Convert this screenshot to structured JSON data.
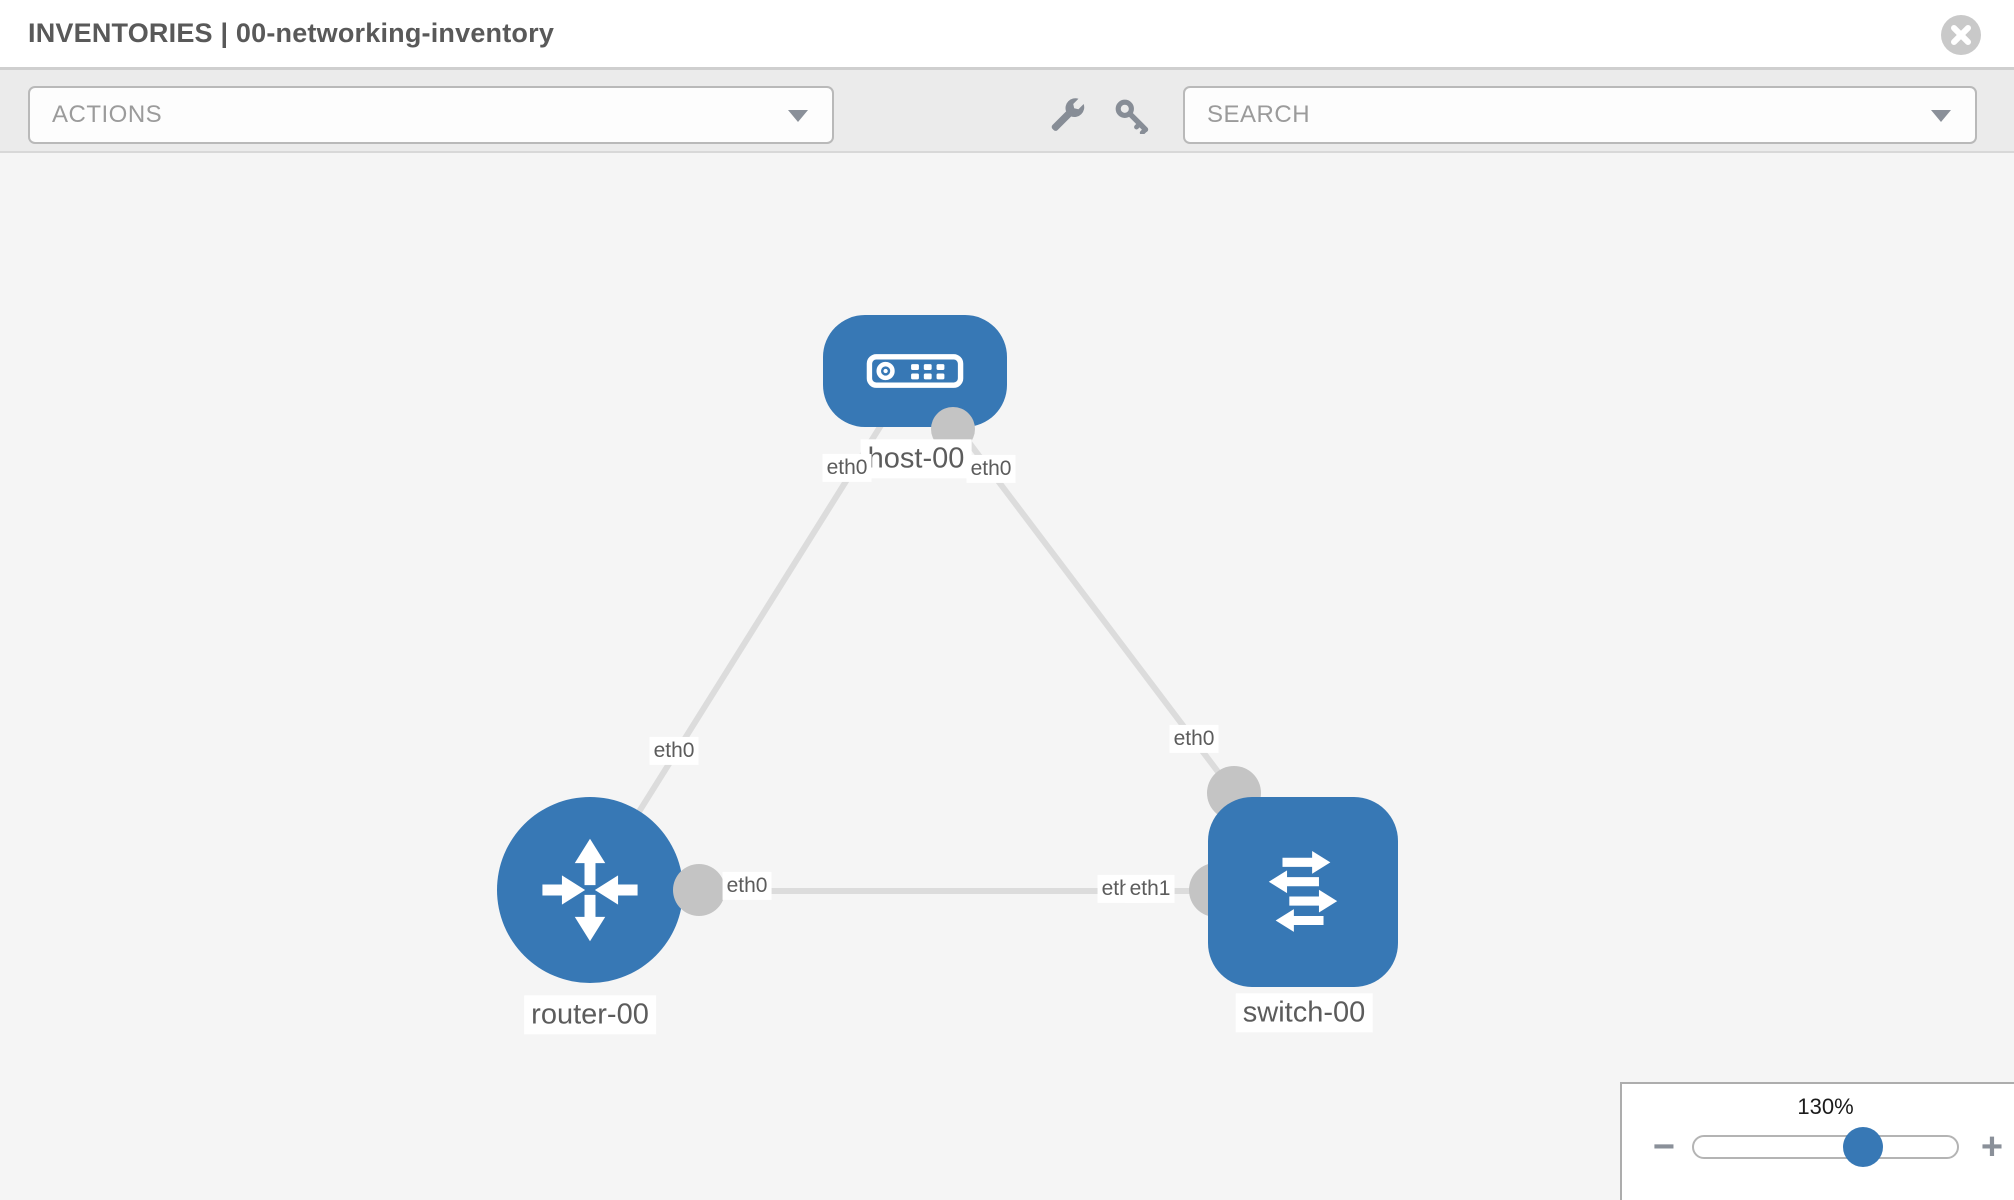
{
  "header": {
    "title": "INVENTORIES | 00-networking-inventory"
  },
  "toolbar": {
    "actions_label": "ACTIONS",
    "search_label": "SEARCH"
  },
  "diagram": {
    "nodes": {
      "host": {
        "label": "host-00",
        "type": "host"
      },
      "router": {
        "label": "router-00",
        "type": "router"
      },
      "switch": {
        "label": "switch-00",
        "type": "switch"
      }
    },
    "links": [
      {
        "from": "host-00",
        "to": "router-00",
        "from_interface": "eth0",
        "to_interface": "eth0"
      },
      {
        "from": "host-00",
        "to": "switch-00",
        "from_interface": "eth0",
        "to_interface": "eth0"
      },
      {
        "from": "router-00",
        "to": "switch-00",
        "from_interface": "eth0",
        "to_interface": "eth1",
        "to_interface_overlapped": "eth0"
      }
    ]
  },
  "zoom_control": {
    "level": "130%",
    "minus_label": "−",
    "plus_label": "+"
  },
  "colors": {
    "node_blue": "#3778b5",
    "stub_gray": "#c4c4c4",
    "link_gray": "#dcdcdc",
    "canvas_bg": "#f5f5f5",
    "toolbar_bg": "#ebebeb"
  }
}
